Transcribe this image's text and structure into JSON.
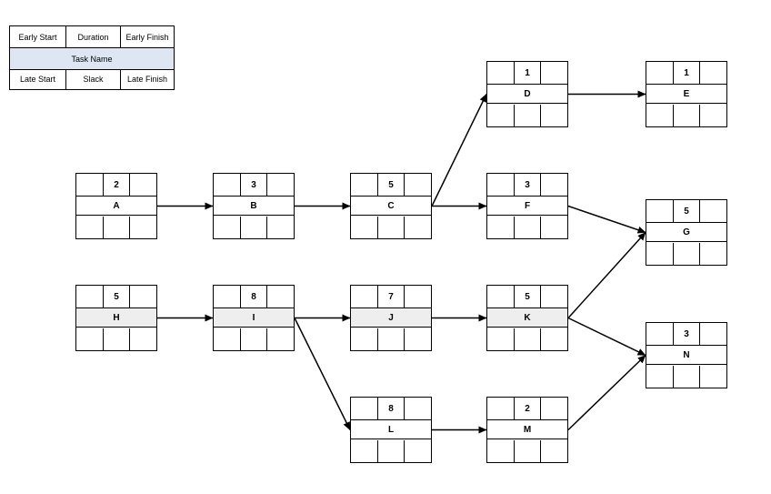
{
  "legend": {
    "early_start": "Early Start",
    "duration": "Duration",
    "early_finish": "Early Finish",
    "task_name": "Task Name",
    "late_start": "Late Start",
    "slack": "Slack",
    "late_finish": "Late Finish"
  },
  "tasks": {
    "A": {
      "name": "A",
      "duration": "2"
    },
    "B": {
      "name": "B",
      "duration": "3"
    },
    "C": {
      "name": "C",
      "duration": "5"
    },
    "D": {
      "name": "D",
      "duration": "1"
    },
    "E": {
      "name": "E",
      "duration": "1"
    },
    "F": {
      "name": "F",
      "duration": "3"
    },
    "G": {
      "name": "G",
      "duration": "5"
    },
    "H": {
      "name": "H",
      "duration": "5"
    },
    "I": {
      "name": "I",
      "duration": "8"
    },
    "J": {
      "name": "J",
      "duration": "7"
    },
    "K": {
      "name": "K",
      "duration": "5"
    },
    "L": {
      "name": "L",
      "duration": "8"
    },
    "M": {
      "name": "M",
      "duration": "2"
    },
    "N": {
      "name": "N",
      "duration": "3"
    }
  },
  "dependencies": [
    [
      "A",
      "B"
    ],
    [
      "B",
      "C"
    ],
    [
      "C",
      "D"
    ],
    [
      "C",
      "F"
    ],
    [
      "D",
      "E"
    ],
    [
      "F",
      "G"
    ],
    [
      "H",
      "I"
    ],
    [
      "I",
      "J"
    ],
    [
      "I",
      "L"
    ],
    [
      "J",
      "K"
    ],
    [
      "K",
      "G"
    ],
    [
      "K",
      "N"
    ],
    [
      "L",
      "M"
    ],
    [
      "M",
      "N"
    ]
  ]
}
